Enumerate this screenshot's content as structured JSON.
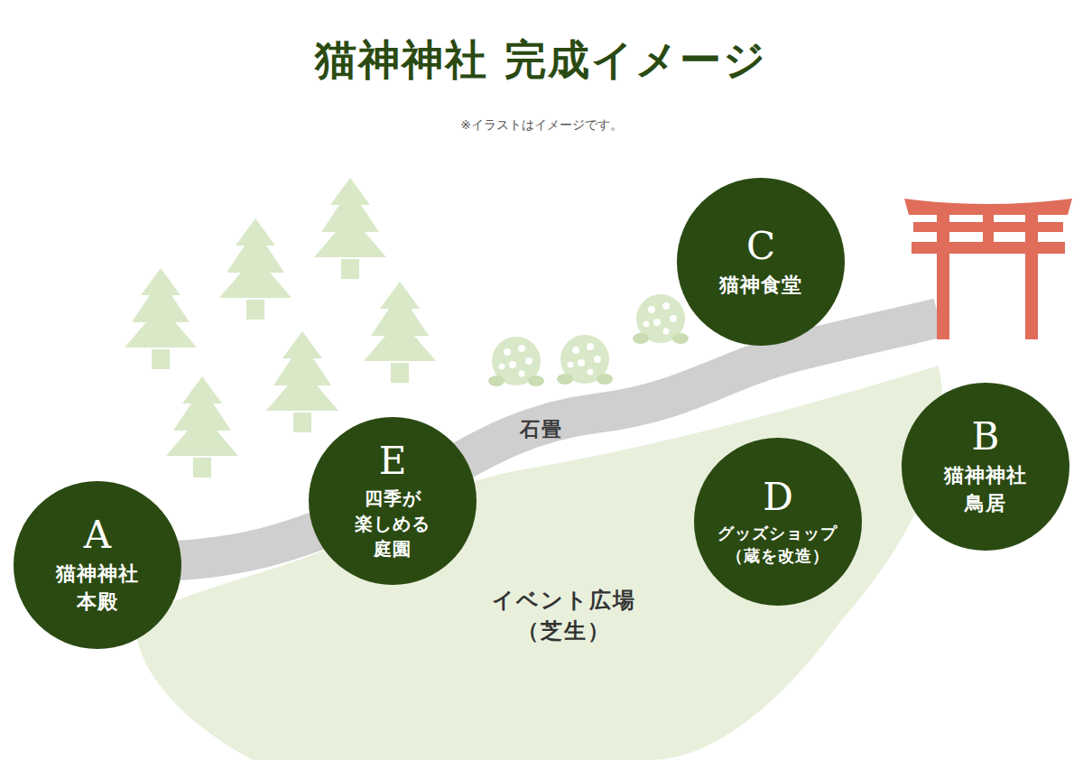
{
  "diagram": {
    "title": "猫神神社 完成イメージ",
    "caption": "※イラストはイメージです。",
    "nodes": [
      {
        "text": [
          "A",
          "猫神神社 本殿"
        ]
      },
      {
        "text": [
          "B",
          "猫神神社 鳥居"
        ]
      },
      {
        "text": [
          "C",
          "猫神食堂"
        ]
      },
      {
        "text": [
          "D",
          "グッズショップ （蔵を改造）"
        ]
      },
      {
        "text": [
          "E",
          "四季が 楽しめる 庭園"
        ]
      }
    ],
    "labels": [
      "石畳",
      "イベント広場 （芝生）"
    ]
  }
}
